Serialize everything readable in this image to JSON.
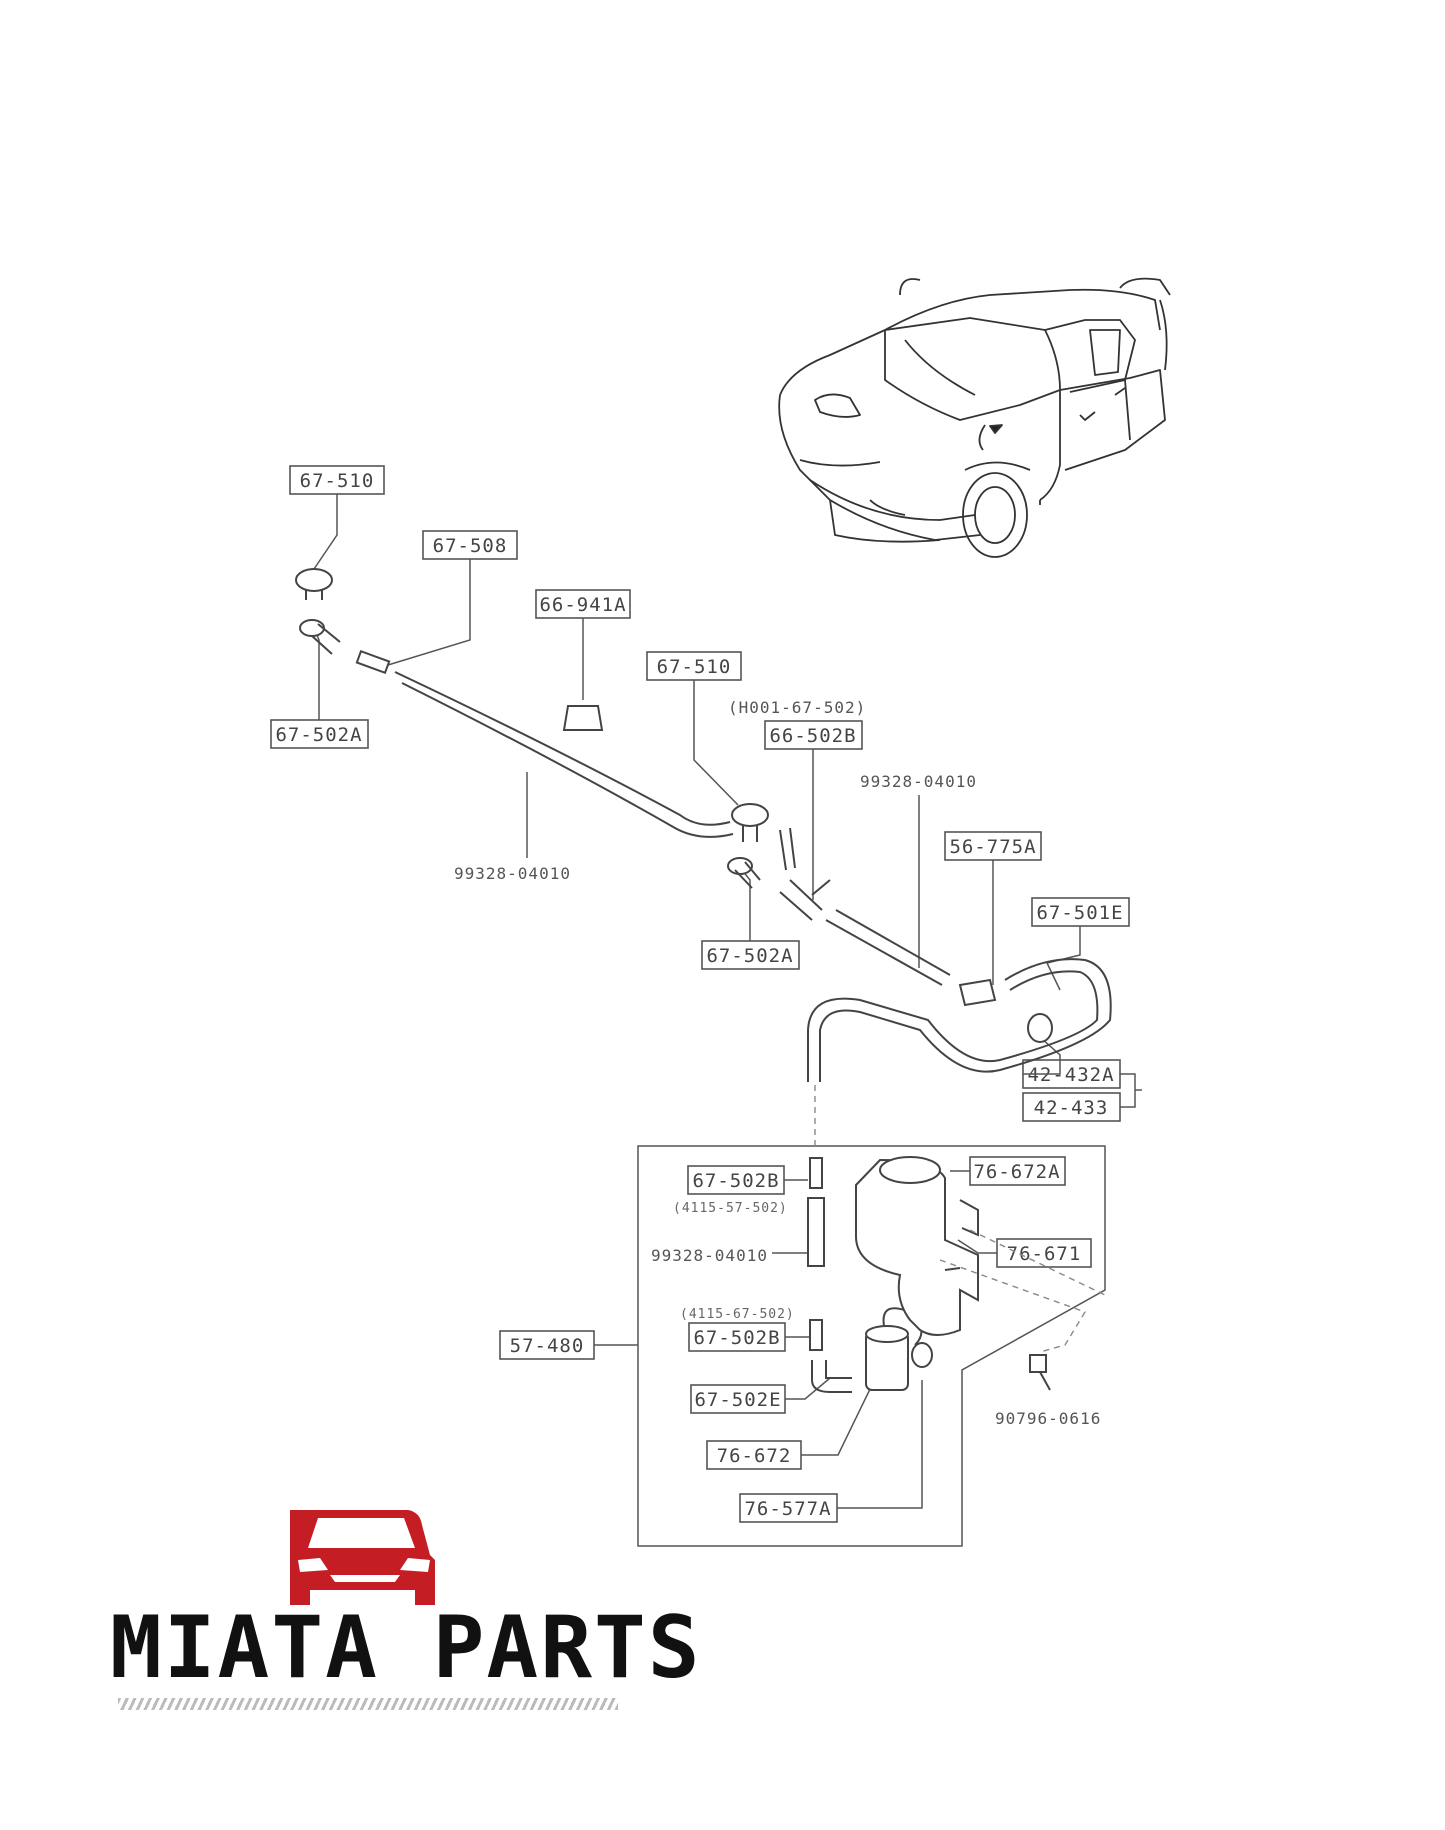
{
  "labels": {
    "l1": "67-510",
    "l2": "67-508",
    "l3": "66-941A",
    "l4": "67-502A",
    "l5": "67-510",
    "l6": "(H001-67-502)",
    "l7": "66-502B",
    "l8": "99328-04010",
    "l9": "99328-04010",
    "l10": "56-775A",
    "l11": "67-502A",
    "l12": "67-501E",
    "l13": "42-432A",
    "l14": "42-433",
    "l15": "67-502B",
    "l16": "(4115-57-502)",
    "l17": "99328-04010",
    "l18": "(4115-67-502)",
    "l19": "67-502B",
    "l20": "57-480",
    "l21": "67-502E",
    "l22": "76-672",
    "l23": "76-577A",
    "l24": "76-672A",
    "l25": "76-671",
    "l26": "90796-0616"
  },
  "brand": {
    "name": "MIATA PARTS",
    "accent_color": "#c41e24",
    "logo_icon": "car-front-icon"
  }
}
